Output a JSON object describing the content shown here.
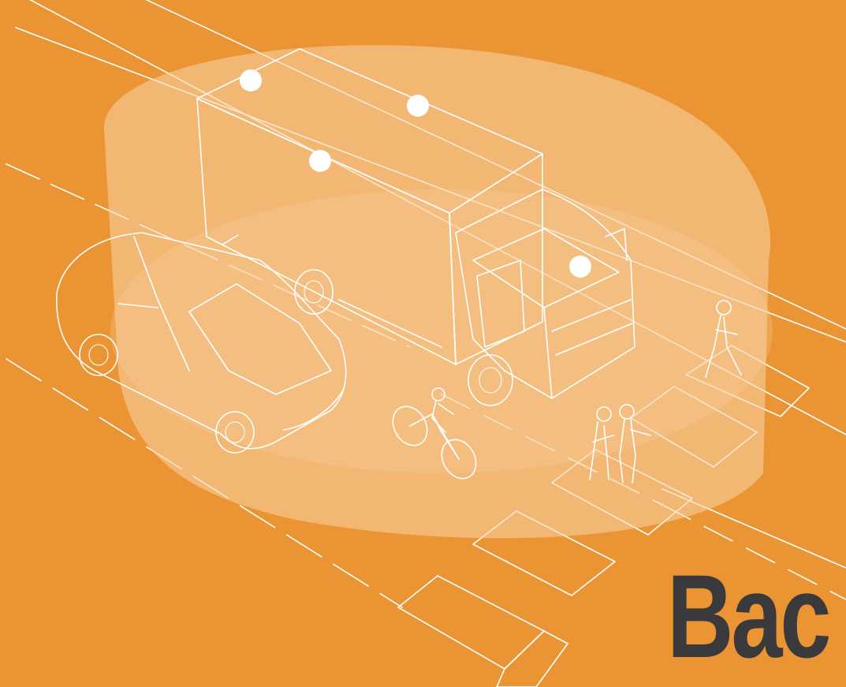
{
  "illustration": {
    "background_color": "#EB9434",
    "zone_color": "#F4C38C",
    "line_color": "#FFFFFF",
    "headline": "Bac",
    "headline_color": "#3A3A3C",
    "depicted": [
      "truck",
      "van",
      "cyclist",
      "pedestrian",
      "pedestrian-pair",
      "sensor",
      "detection-zone",
      "road-markings",
      "crosswalk"
    ]
  }
}
